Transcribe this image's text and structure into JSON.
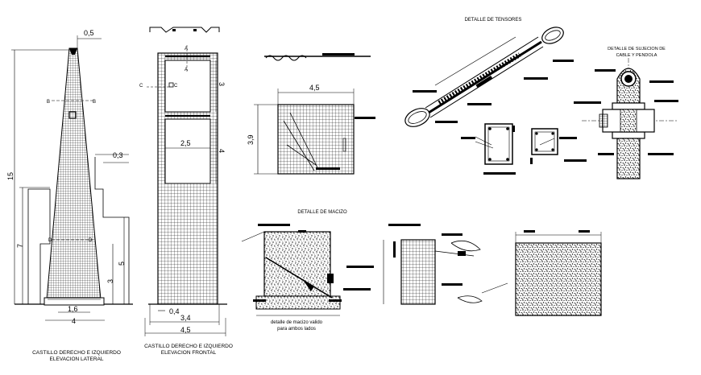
{
  "tower_lateral": {
    "dims": {
      "top": "0,5",
      "height_total": "15",
      "height_lower": "7",
      "offset": "0,3",
      "h5": "5",
      "h3": "3",
      "base_inner": "1,6",
      "base_outer": "4"
    },
    "section_marks": {
      "b": "B",
      "d": "D"
    },
    "caption": [
      "CASTILLO DERECHO E IZQUIERDO",
      "ELEVACION LATERAL"
    ]
  },
  "tower_frontal": {
    "dims": {
      "h3": "3",
      "w25": "2,5",
      "h4": "4",
      "w04": "0,4",
      "w34": "3,4",
      "w45": "4,5"
    },
    "section_marks": {
      "a": "A",
      "c": "C"
    },
    "caption": [
      "CASTILLO DERECHO E IZQUIERDO",
      "ELEVACION FRONTAL"
    ]
  },
  "panel_detail": {
    "dims": {
      "width": "4,5",
      "height": "3,9"
    }
  },
  "tensores": {
    "title": "DETALLE DE TENSORES"
  },
  "sujecion": {
    "title_line1": "DETALLE DE SUJECION DE",
    "title_line2": "CABLE Y PENDOLA"
  },
  "macizo": {
    "title": "DETALLE DE MACIZO",
    "note_line1": "detalle de macizo valido",
    "note_line2": "para ambos lados"
  }
}
